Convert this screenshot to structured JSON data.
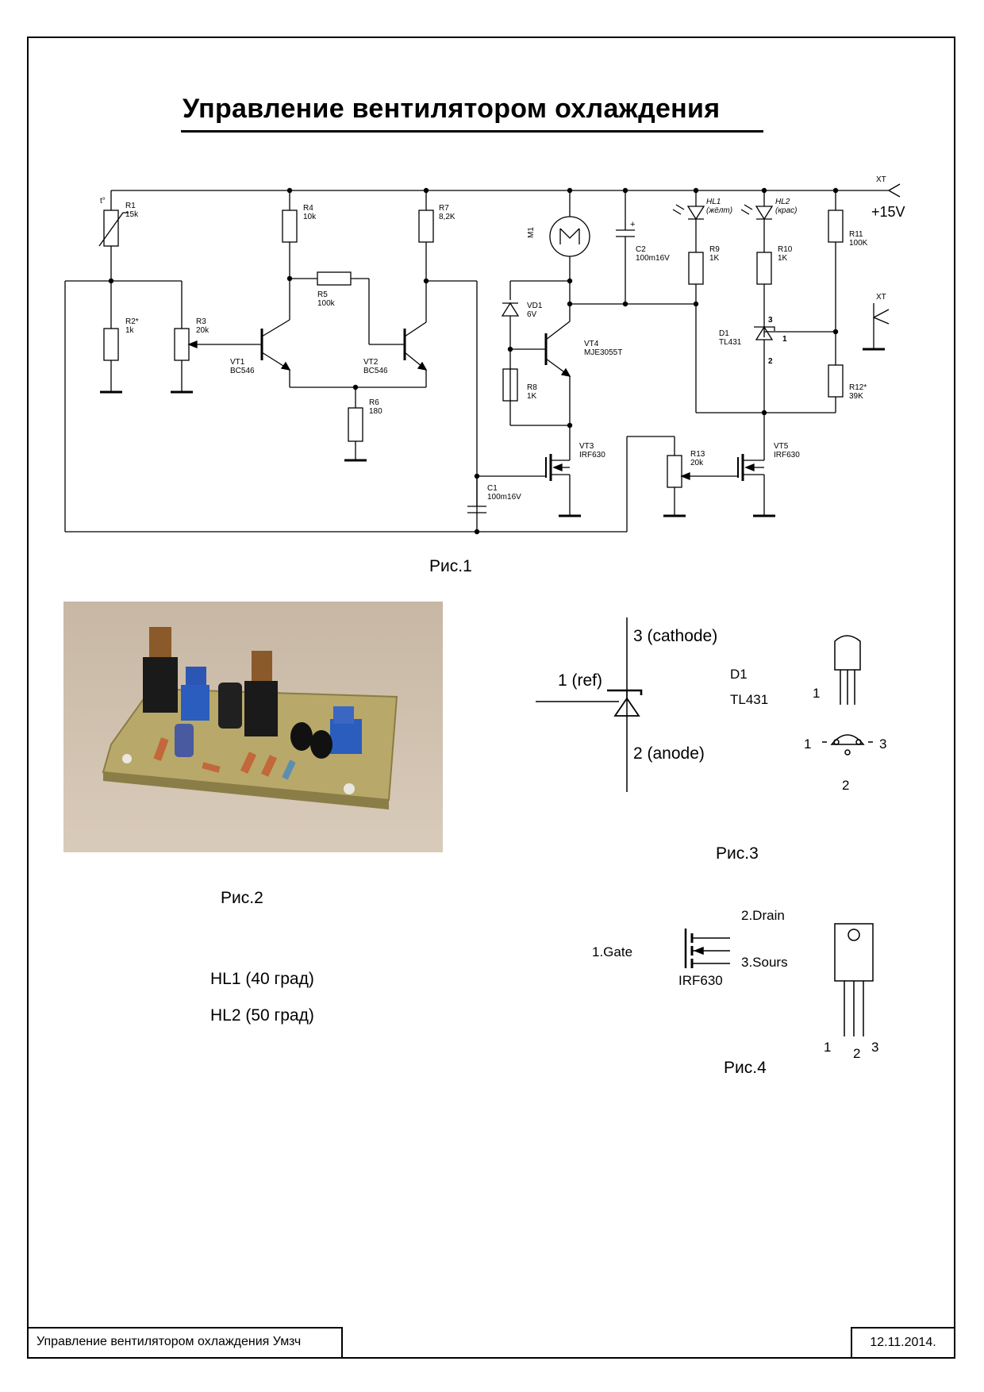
{
  "title": "Управление вентилятором охлаждения",
  "figure1": {
    "caption": "Рис.1",
    "supply": {
      "connector": "XT",
      "voltage": "+15V",
      "ground_connector": "XT"
    },
    "components": {
      "R1": {
        "ref": "R1",
        "value": "15k",
        "mark": "t°"
      },
      "R2": {
        "ref": "R2*",
        "value": "1k"
      },
      "R3": {
        "ref": "R3",
        "value": "20k"
      },
      "R4": {
        "ref": "R4",
        "value": "10k"
      },
      "R5": {
        "ref": "R5",
        "value": "100k"
      },
      "R6": {
        "ref": "R6",
        "value": "180"
      },
      "R7": {
        "ref": "R7",
        "value": "8,2K"
      },
      "R8": {
        "ref": "R8",
        "value": "1K"
      },
      "R9": {
        "ref": "R9",
        "value": "1K"
      },
      "R10": {
        "ref": "R10",
        "value": "1K"
      },
      "R11": {
        "ref": "R11",
        "value": "100K"
      },
      "R12": {
        "ref": "R12*",
        "value": "39K"
      },
      "R13": {
        "ref": "R13",
        "value": "20k"
      },
      "VT1": {
        "ref": "VT1",
        "value": "BC546"
      },
      "VT2": {
        "ref": "VT2",
        "value": "BC546"
      },
      "VT3": {
        "ref": "VT3",
        "value": "IRF630"
      },
      "VT4": {
        "ref": "VT4",
        "value": "MJE3055T"
      },
      "VT5": {
        "ref": "VT5",
        "value": "IRF630"
      },
      "VD1": {
        "ref": "VD1",
        "value": "6V"
      },
      "C1": {
        "ref": "C1",
        "value": "100m16V"
      },
      "C2": {
        "ref": "C2",
        "value": "100m16V",
        "polarity": "+"
      },
      "M1": {
        "ref": "M1"
      },
      "HL1": {
        "ref": "HL1",
        "value": "(жёлт)"
      },
      "HL2": {
        "ref": "HL2",
        "value": "(крас)"
      },
      "D1": {
        "ref": "D1",
        "value": "TL431",
        "pin3": "3",
        "pin1": "1",
        "pin2": "2"
      }
    }
  },
  "figure2": {
    "caption": "Рис.2"
  },
  "notes": {
    "hl1": "HL1 (40 град)",
    "hl2": "HL2 (50 град)"
  },
  "figure3": {
    "caption": "Рис.3",
    "cathode": "3 (cathode)",
    "ref": "1 (ref)",
    "anode": "2 (anode)",
    "part_ref": "D1",
    "part": "TL431",
    "pin_side": "1",
    "pin_left": "1",
    "pin_right": "3",
    "pin_bottom": "2"
  },
  "figure4": {
    "caption": "Рис.4",
    "drain": "2.Drain",
    "gate": "1.Gate",
    "source": "3.Sours",
    "part": "IRF630",
    "pin1": "1",
    "pin2": "2",
    "pin3": "3"
  },
  "stamp": {
    "title": "Управление вентилятором охлаждения Умзч",
    "date": "12.11.2014."
  }
}
